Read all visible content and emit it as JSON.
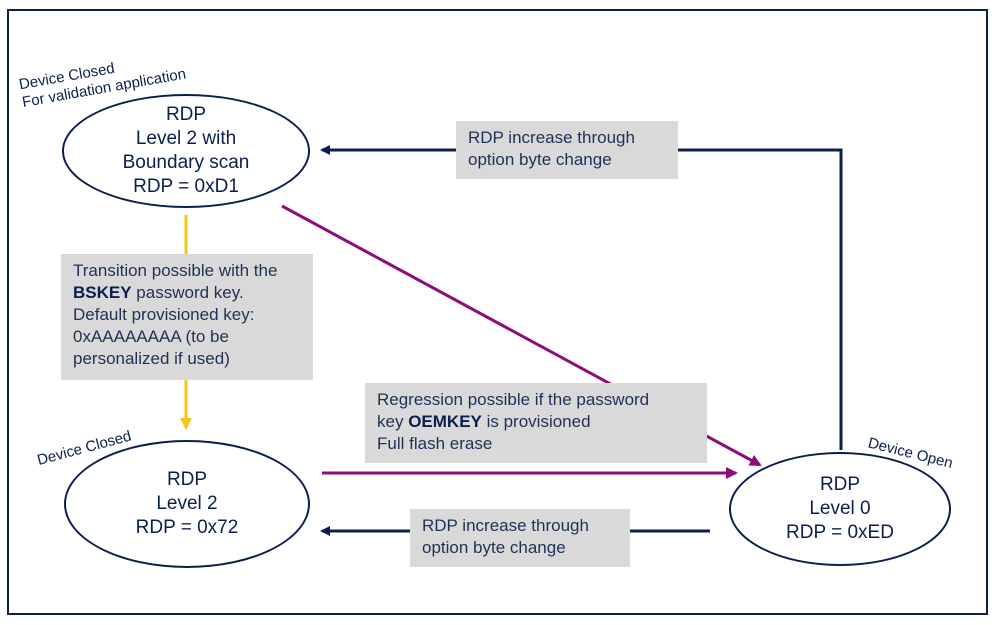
{
  "states": {
    "level2_bs": {
      "lines": [
        "RDP",
        "Level 2 with",
        "Boundary scan",
        "RDP = 0xD1"
      ],
      "tag_lines": [
        "Device Closed",
        "For validation application"
      ]
    },
    "level2": {
      "lines": [
        "RDP",
        "Level 2",
        "RDP = 0x72"
      ],
      "tag": "Device Closed"
    },
    "level0": {
      "lines": [
        "RDP",
        "Level 0",
        "RDP = 0xED"
      ],
      "tag": "Device Open"
    }
  },
  "notes": {
    "top_increase": {
      "lines": [
        "RDP increase through",
        "option byte change"
      ]
    },
    "bottom_increase": {
      "lines": [
        "RDP increase through",
        "option byte change"
      ]
    },
    "bskey": {
      "line1": "Transition possible with the",
      "key": "BSKEY",
      "line2_rest": " password key.",
      "line3": "Default provisioned key:",
      "line4": "0xAAAAAAAA (to be",
      "line5": "personalized if used)"
    },
    "regression": {
      "line1": "Regression possible if the password",
      "key_prefix": "key ",
      "key": "OEMKEY",
      "line2_rest": " is provisioned",
      "line3": "Full flash erase"
    }
  },
  "colors": {
    "navy": "#0b1f4d",
    "purple": "#8b0f7a",
    "yellow": "#f5c518",
    "note_bg": "#d9d9d9"
  }
}
